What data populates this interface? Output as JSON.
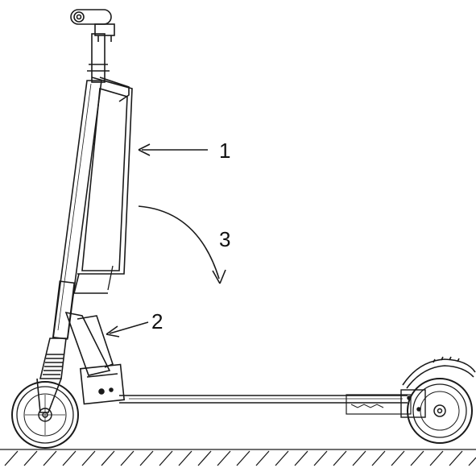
{
  "figure": {
    "callouts": [
      {
        "id": "1",
        "label": "1"
      },
      {
        "id": "2",
        "label": "2"
      },
      {
        "id": "3",
        "label": "3"
      }
    ]
  },
  "colors": {
    "line": "#1a1a1a",
    "background": "#ffffff"
  }
}
